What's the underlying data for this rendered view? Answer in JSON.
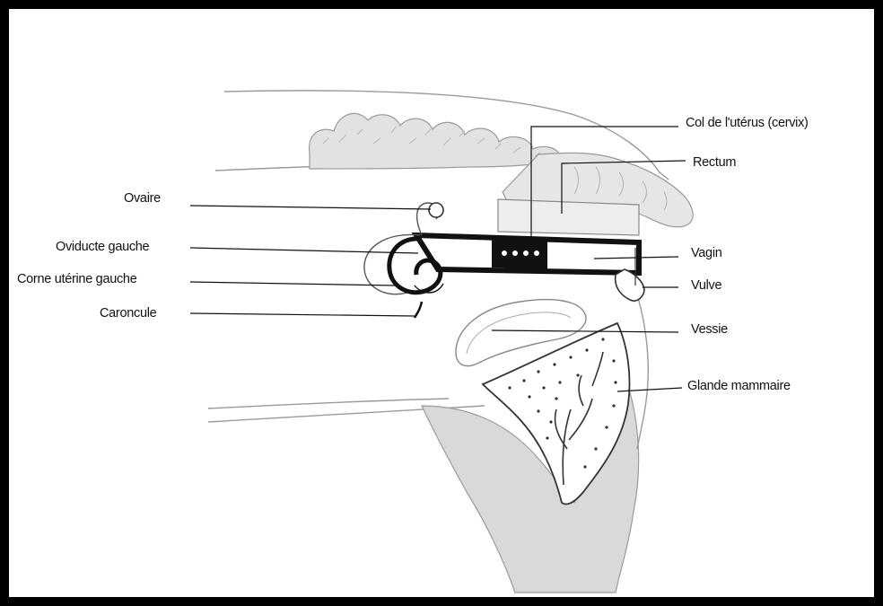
{
  "labels": {
    "ovaire": "Ovaire",
    "oviducte_gauche": "Oviducte gauche",
    "corne_uterine_gauche": "Corne utérine gauche",
    "caroncule": "Caroncule",
    "col_uterus": "Col de l'utérus (cervix)",
    "rectum": "Rectum",
    "vagin": "Vagin",
    "vulve": "Vulve",
    "vessie": "Vessie",
    "glande_mammaire": "Glande mammaire"
  },
  "colors": {
    "frame": "#000000",
    "tissue_fill": "#d9d9d9",
    "outline": "#9a9a9a",
    "organ_dark": "#111111"
  }
}
